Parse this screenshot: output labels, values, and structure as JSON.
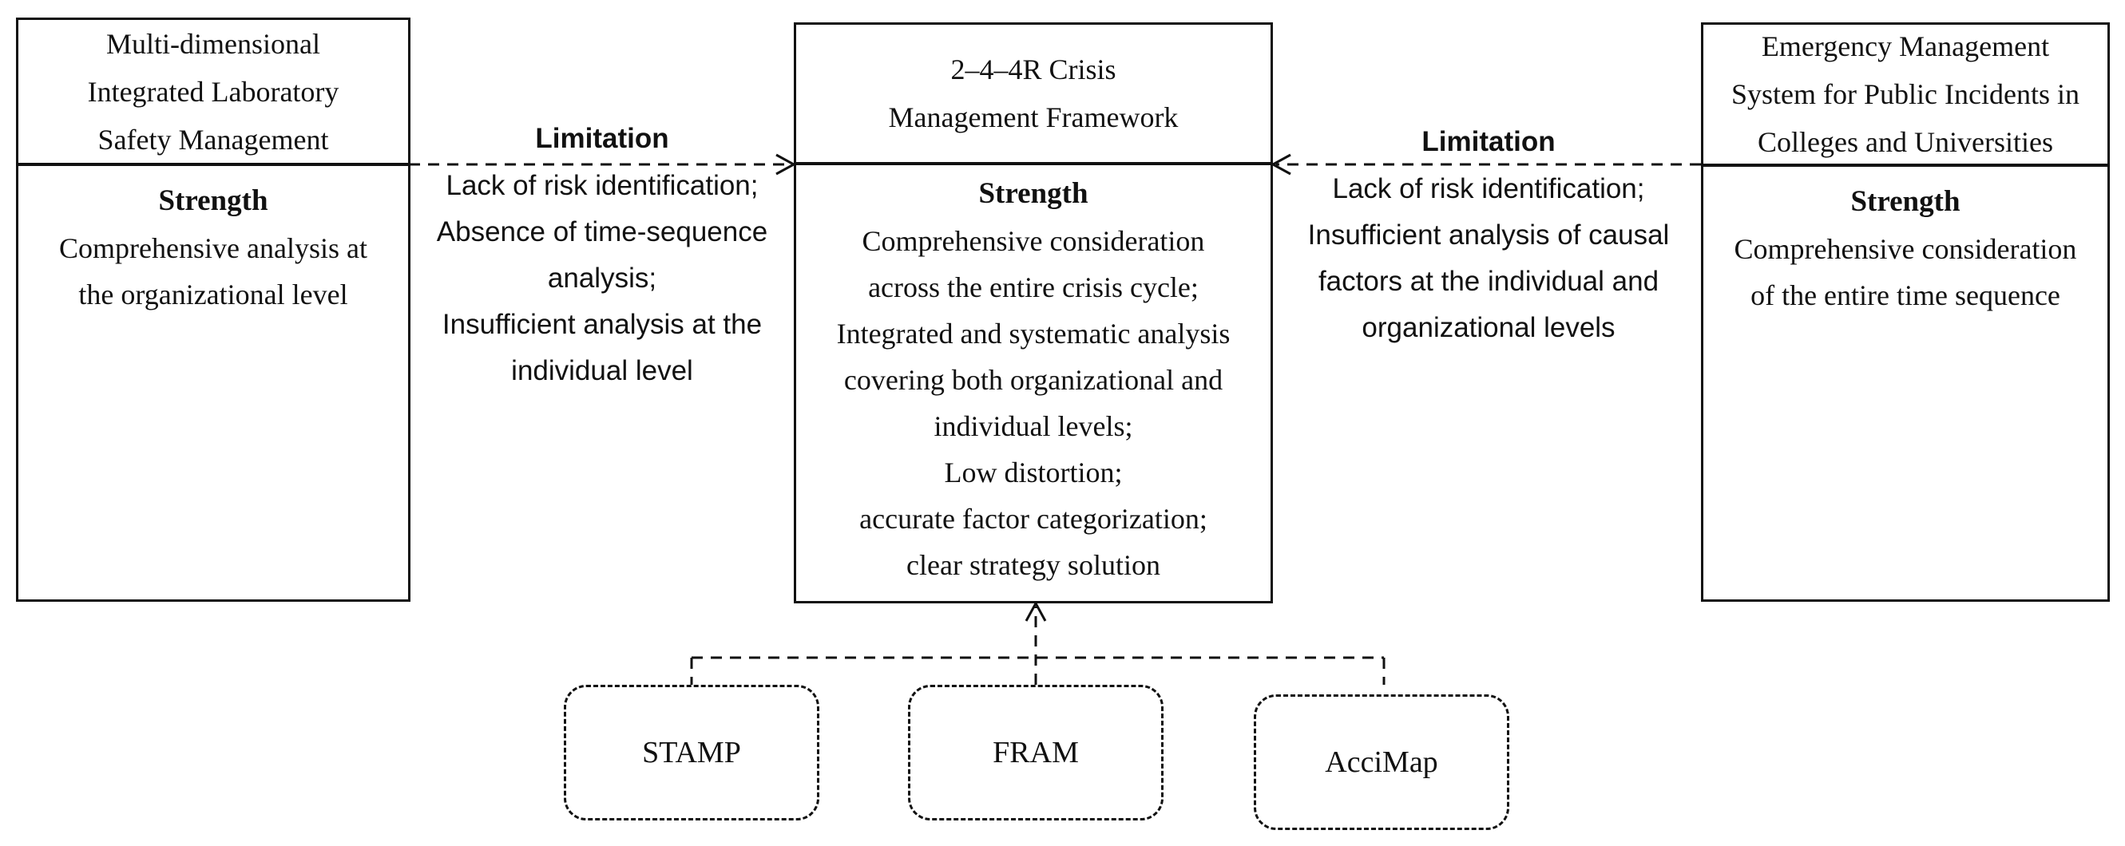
{
  "left_box": {
    "title": "Multi-dimensional\nIntegrated Laboratory\nSafety Management",
    "strength_heading": "Strength",
    "strength_lines": [
      "Comprehensive analysis at",
      "the organizational level"
    ]
  },
  "center_box": {
    "title": "2–4–4R Crisis\nManagement Framework",
    "strength_heading": "Strength",
    "strength_lines": [
      "Comprehensive consideration",
      "across the entire crisis cycle;",
      "Integrated and systematic analysis",
      "covering both organizational and",
      "individual levels;",
      "Low distortion;",
      "accurate factor categorization;",
      "clear strategy solution"
    ]
  },
  "right_box": {
    "title": "Emergency Management\nSystem for Public Incidents in\nColleges and Universities",
    "strength_heading": "Strength",
    "strength_lines": [
      "Comprehensive consideration",
      "of the entire time sequence"
    ]
  },
  "left_limitation": {
    "heading": "Limitation",
    "lines": [
      "Lack of risk identification;",
      "Absence of time-sequence",
      "analysis;",
      "Insufficient analysis at the",
      "individual level"
    ]
  },
  "right_limitation": {
    "heading": "Limitation",
    "lines": [
      "Lack of risk identification;",
      "Insufficient analysis of causal",
      "factors at the individual and",
      "organizational levels"
    ]
  },
  "methods": [
    "STAMP",
    "FRAM",
    "AcciMap"
  ]
}
